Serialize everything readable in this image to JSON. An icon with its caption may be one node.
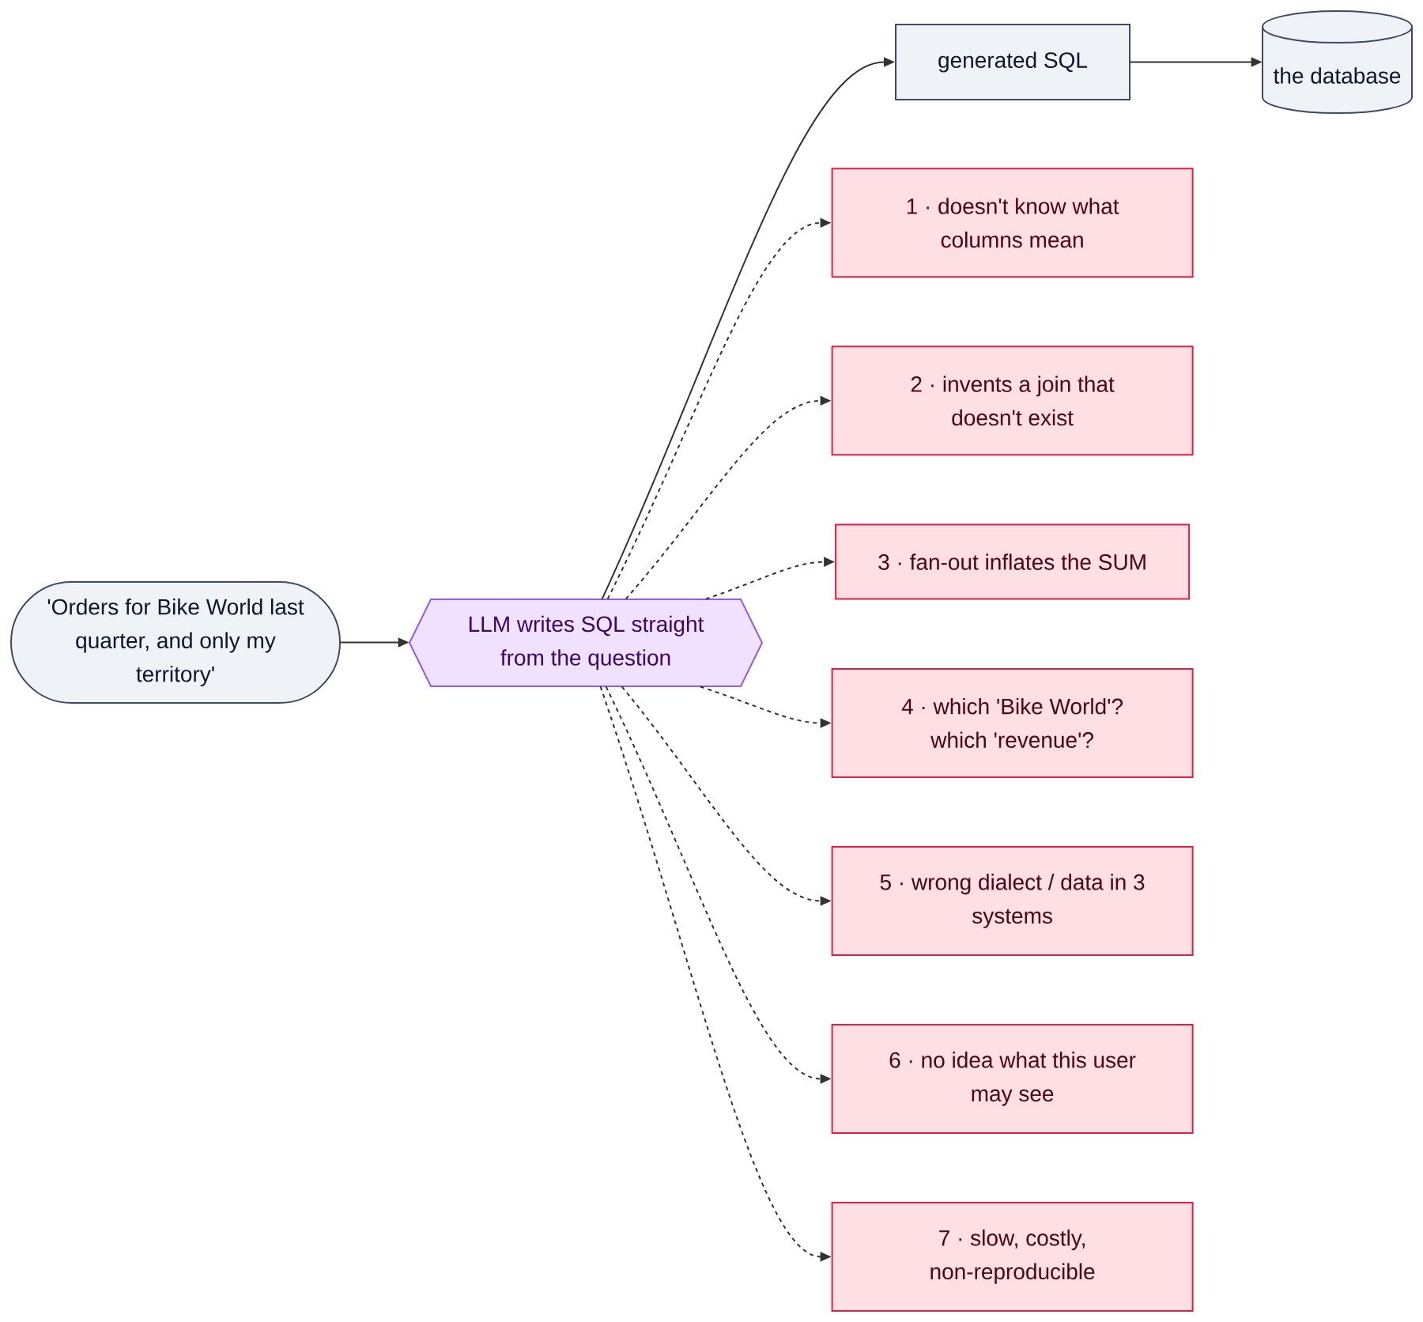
{
  "diagram": {
    "nodes": [
      {
        "text": [
          "'Orders for Bike World last quarter, and only my territory'"
        ]
      },
      {
        "text": [
          "LLM writes SQL straight from the question"
        ]
      },
      {
        "text": [
          "generated SQL"
        ]
      },
      {
        "text": [
          "the database"
        ]
      },
      {
        "text": [
          "1 · doesn't know what columns mean"
        ]
      },
      {
        "text": [
          "2 · invents a join that doesn't exist"
        ]
      },
      {
        "text": [
          "3 · fan-out inflates the SUM"
        ]
      },
      {
        "text": [
          "4 · which 'Bike World'? which 'revenue'?"
        ]
      },
      {
        "text": [
          "5 · wrong dialect / data in 3 systems"
        ]
      },
      {
        "text": [
          "6 · no idea what this user may see"
        ]
      },
      {
        "text": [
          "7 · slow, costly, non-reproducible"
        ]
      }
    ],
    "edges": [
      {
        "from": 0,
        "to": 1,
        "arrow": "to"
      },
      {
        "from": 1,
        "to": 2,
        "arrow": "to"
      },
      {
        "from": 2,
        "to": 3,
        "arrow": "to"
      },
      {
        "from": 1,
        "to": 4,
        "arrow": "to",
        "style": "dashed"
      },
      {
        "from": 1,
        "to": 5,
        "arrow": "to",
        "style": "dashed"
      },
      {
        "from": 1,
        "to": 6,
        "arrow": "to",
        "style": "dashed"
      },
      {
        "from": 1,
        "to": 7,
        "arrow": "to",
        "style": "dashed"
      },
      {
        "from": 1,
        "to": 8,
        "arrow": "to",
        "style": "dashed"
      },
      {
        "from": 1,
        "to": 9,
        "arrow": "to",
        "style": "dashed"
      },
      {
        "from": 1,
        "to": 10,
        "arrow": "to",
        "style": "dashed"
      }
    ]
  }
}
